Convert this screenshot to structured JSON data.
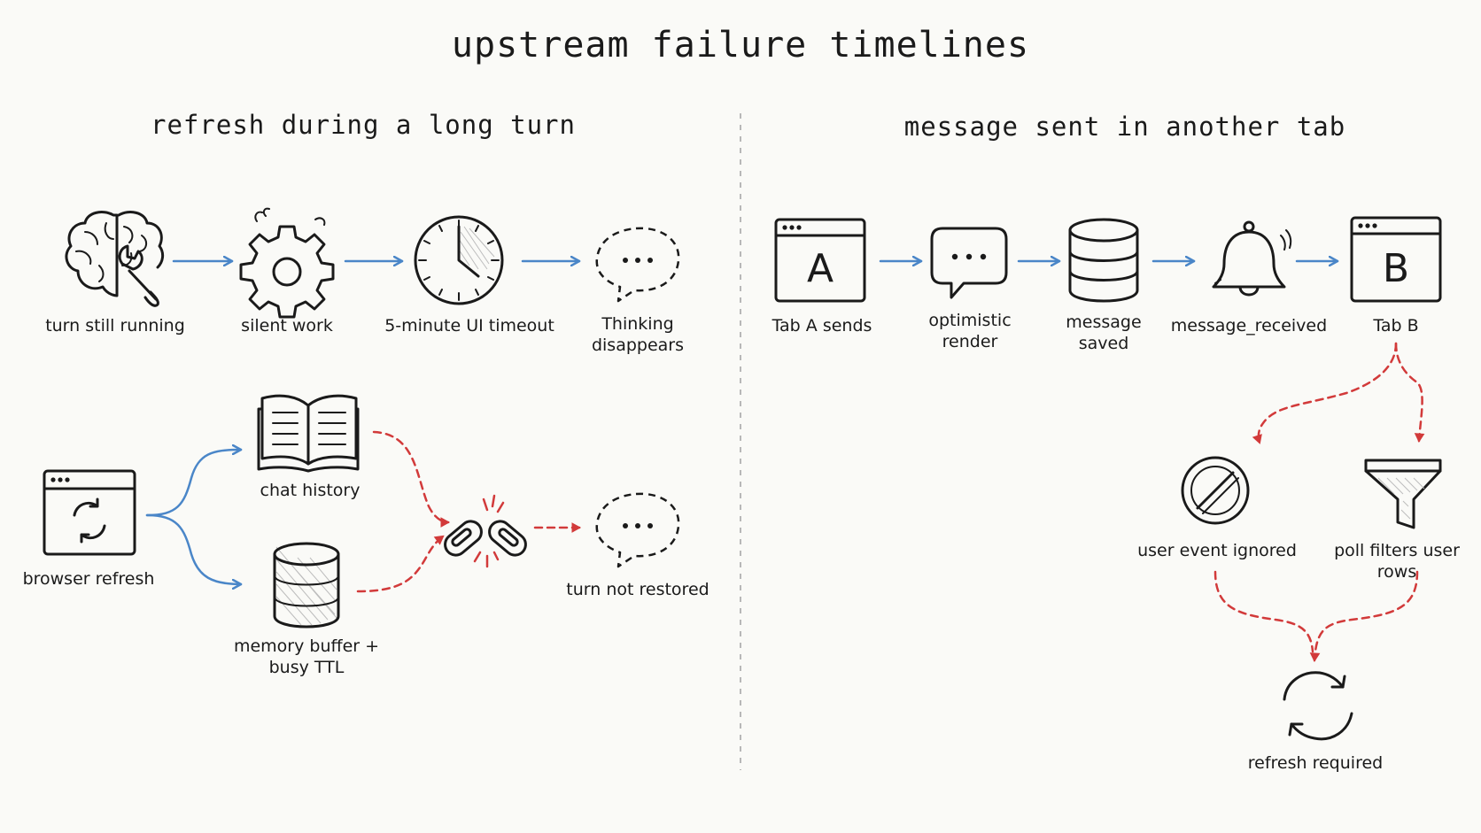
{
  "title": "upstream failure timelines",
  "left": {
    "subtitle": "refresh during a long turn",
    "labels": {
      "turn_running": "turn still running",
      "silent_work": "silent work",
      "ui_timeout": "5-minute UI timeout",
      "thinking_disappears": "Thinking\ndisappears",
      "browser_refresh": "browser refresh",
      "chat_history": "chat history",
      "memory_buffer": "memory buffer +\nbusy TTL",
      "turn_not_restored": "turn not restored"
    },
    "icons": [
      "brain-wrench-icon",
      "gear-icon",
      "clock-icon",
      "speech-bubble-dashed-icon",
      "browser-refresh-icon",
      "open-book-icon",
      "database-icon",
      "broken-link-icon",
      "speech-bubble-dashed-icon"
    ]
  },
  "right": {
    "subtitle": "message sent in another tab",
    "labels": {
      "tab_a_sends": "Tab A sends",
      "optimistic_render": "optimistic\nrender",
      "message_saved": "message\nsaved",
      "message_received": "message_received",
      "tab_b": "Tab B",
      "user_event_ignored": "user event ignored",
      "poll_filters": "poll filters user rows",
      "refresh_required": "refresh required"
    },
    "tab_a_letter": "A",
    "tab_b_letter": "B",
    "icons": [
      "browser-tab-a-icon",
      "speech-bubble-icon",
      "database-icon",
      "bell-icon",
      "browser-tab-b-icon",
      "prohibited-icon",
      "funnel-icon",
      "refresh-icon"
    ]
  },
  "colors": {
    "flow_arrow": "#4a86c8",
    "failure_arrow": "#d23a3a",
    "ink": "#1a1a1a",
    "background": "#fafaf7"
  }
}
